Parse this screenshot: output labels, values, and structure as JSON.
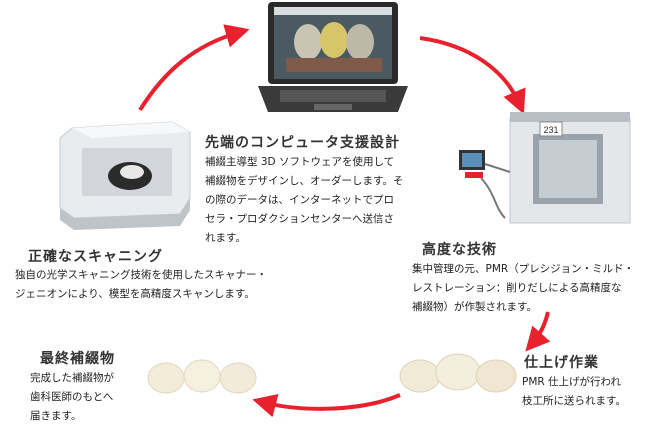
{
  "colors": {
    "arrow": "#e8212e",
    "text": "#222222",
    "title": "#333333"
  },
  "steps": {
    "cad": {
      "title": "先端のコンピュータ支援設計",
      "lines": [
        "補綴主導型 3D ソフトウェアを使用して",
        "補綴物をデザインし、オーダーします。そ",
        "の際のデータは、インターネットでプロ",
        "セラ・プロダクションセンターへ送信さ",
        "れます。"
      ]
    },
    "scan": {
      "title": "正確なスキャニング",
      "lines": [
        "独自の光学スキャニング技術を使用したスキャナー・",
        "ジェニオンにより、模型を高精度スキャンします。"
      ]
    },
    "mill": {
      "title": "高度な技術",
      "lines": [
        "集中管理の元、PMR（プレシジョン・ミルド・",
        "レストレーション：削りだしによる高精度な",
        "補綴物）が作製されます。"
      ]
    },
    "finish": {
      "title": "仕上げ作業",
      "lines": [
        "PMR 仕上げが行われ",
        "枝工所に送られます。"
      ]
    },
    "deliver": {
      "title": "最終補綴物",
      "lines": [
        "完成した補綴物が",
        "歯科医師のもとへ",
        "届きます。"
      ]
    }
  },
  "machine_label": "231"
}
